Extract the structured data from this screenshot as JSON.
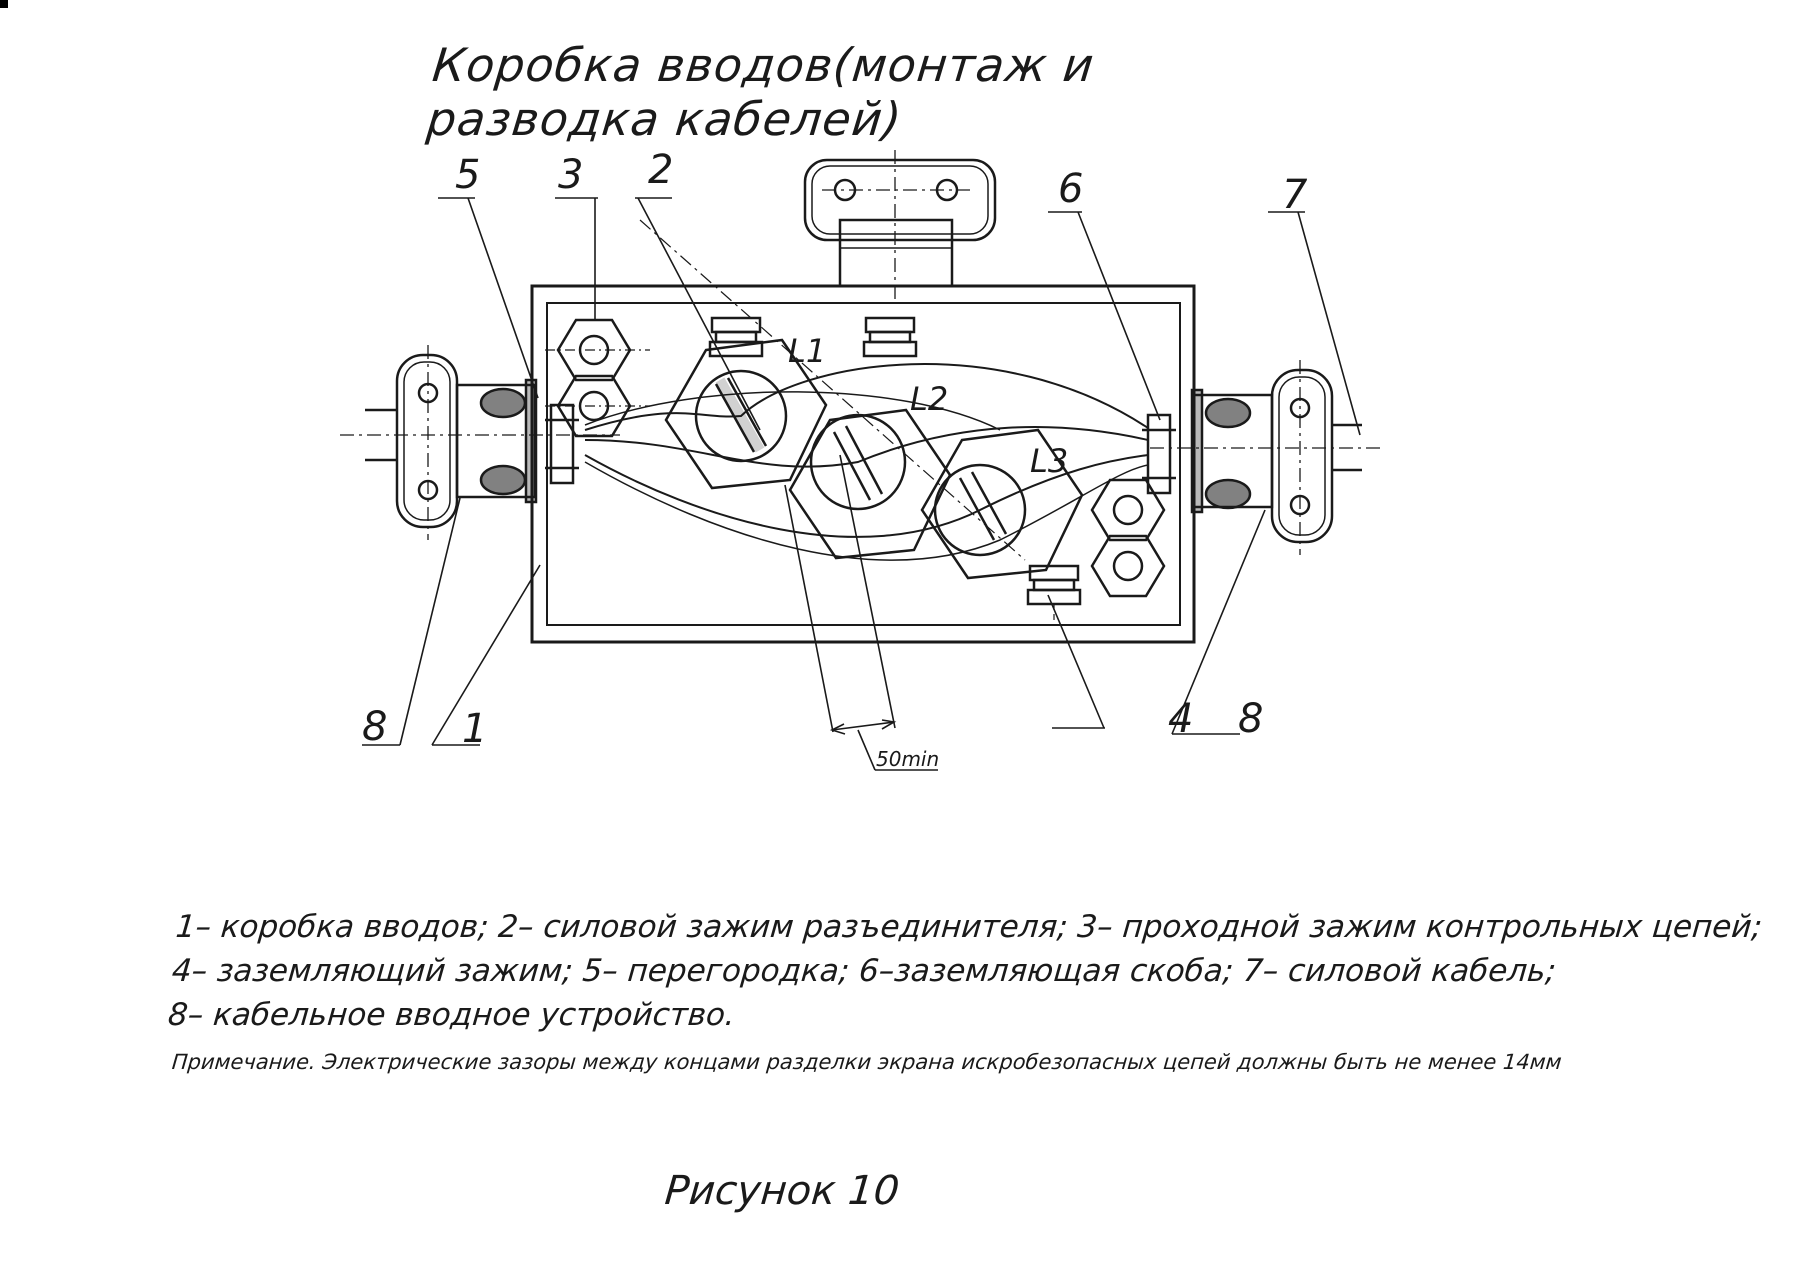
{
  "title": "Коробка вводов(монтаж и разводка кабелей)",
  "callouts": {
    "c1": "1",
    "c2": "2",
    "c3": "3",
    "c4": "4",
    "c5": "5",
    "c6": "6",
    "c7": "7",
    "c8_left": "8",
    "c8_right": "8"
  },
  "phases": {
    "l1": "L1",
    "l2": "L2",
    "l3": "L3"
  },
  "dimension": "50min",
  "legend": {
    "line1": "1– коробка вводов; 2– силовой зажим разъединителя; 3– проходной зажим контрольных цепей;",
    "line2": "4– заземляющий зажим; 5– перегородка;  6–заземляющая скоба; 7– силовой кабель;",
    "line3": "8– кабельное вводное устройство."
  },
  "note": "Примечание. Электрические зазоры между концами разделки экрана искробезопасных цепей должны быть не менее 14мм",
  "caption": "Рисунок 10",
  "colors": {
    "ink": "#1a1a1a",
    "paper": "#ffffff"
  }
}
